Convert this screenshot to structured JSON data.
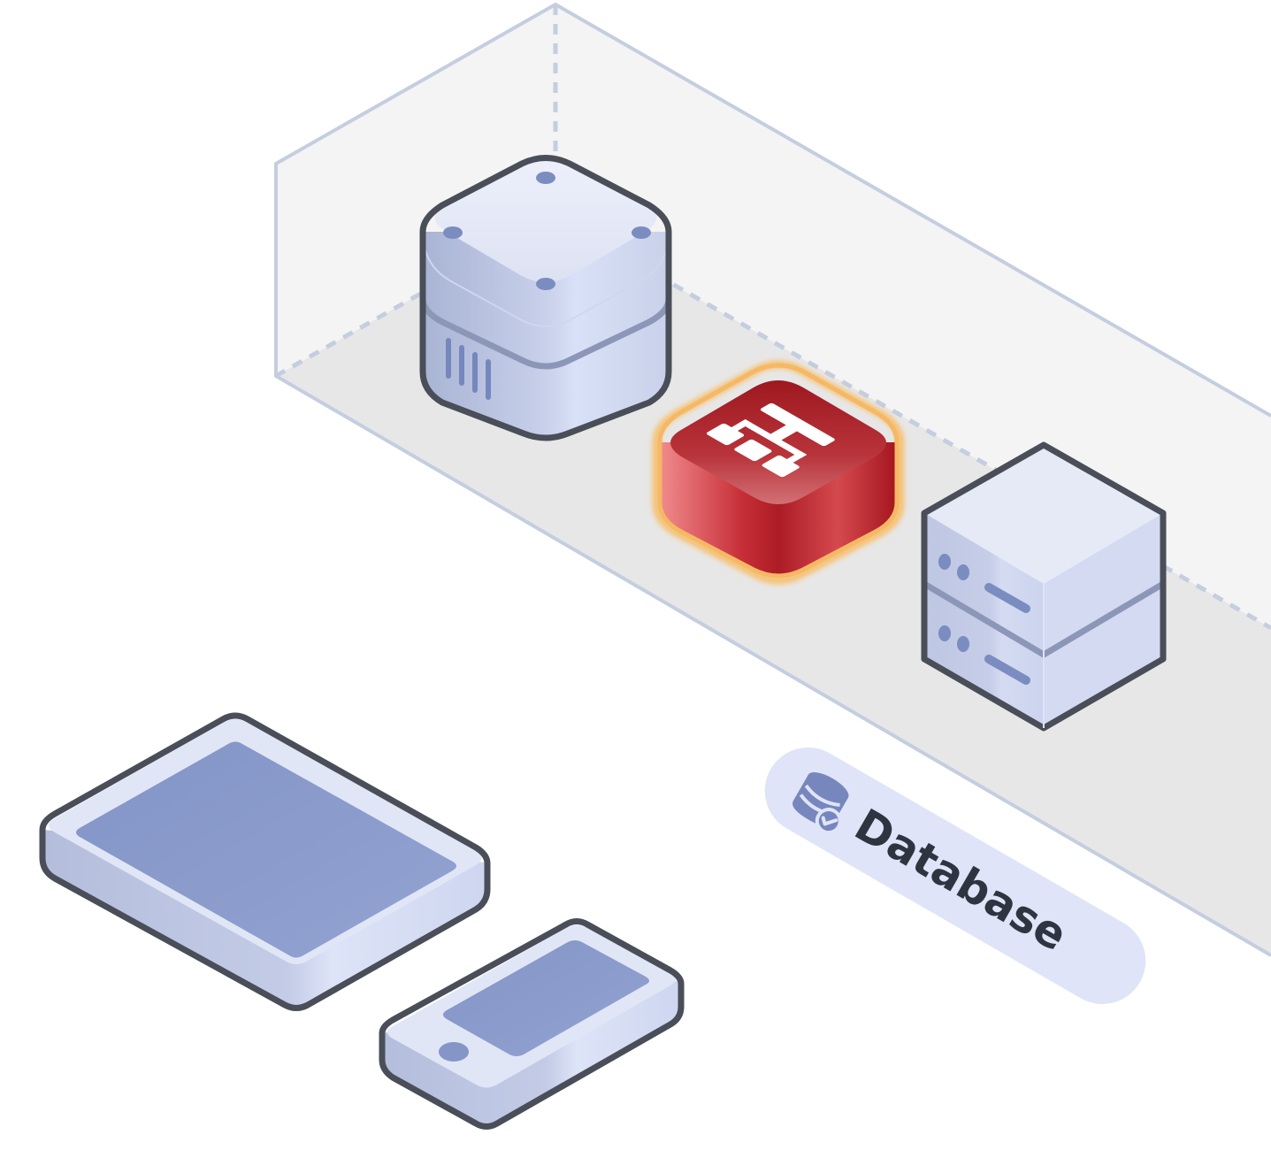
{
  "colors": {
    "zone_fill": "#f4f4f4",
    "zone_floor": "#e6e6e6",
    "zone_edge": "#c5cde0",
    "outline": "#4a4e58",
    "device_light": "#e4e8f6",
    "device_side": "#b5bfdc",
    "device_accent": "#8495c4",
    "service_red": "#b3202a",
    "service_glow": "#f7c172",
    "label_bg": "#dfe4f8"
  },
  "nodes": [
    {
      "id": "storage-cube",
      "icon": "storage-icon"
    },
    {
      "id": "service",
      "icon": "hierarchy-icon"
    },
    {
      "id": "server",
      "icon": "server-rack-icon"
    },
    {
      "id": "tablet",
      "icon": "tablet-icon"
    },
    {
      "id": "phone",
      "icon": "smartphone-icon"
    }
  ],
  "label": {
    "text": "Database",
    "icon": "database-check-icon"
  }
}
